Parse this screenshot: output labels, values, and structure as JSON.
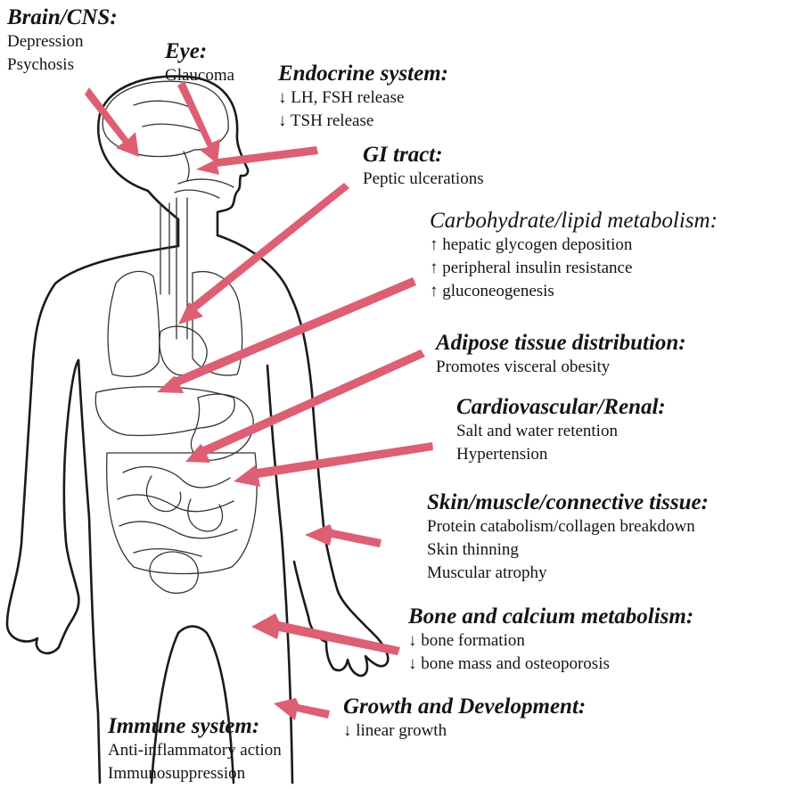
{
  "annotations": [
    {
      "id": "brain-cns",
      "title": "Brain/CNS:",
      "lines": [
        "Depression",
        "Psychosis"
      ]
    },
    {
      "id": "eye",
      "title": "Eye:",
      "lines": [
        "Glaucoma"
      ]
    },
    {
      "id": "endocrine",
      "title": "Endocrine system:",
      "lines": [
        "↓ LH, FSH release",
        "↓ TSH release"
      ]
    },
    {
      "id": "gi",
      "title": "GI tract:",
      "lines": [
        "Peptic ulcerations"
      ]
    },
    {
      "id": "carb",
      "title": "Carbohydrate/lipid metabolism:",
      "lines": [
        "↑ hepatic glycogen deposition",
        "↑ peripheral insulin resistance",
        "↑ gluconeogenesis"
      ]
    },
    {
      "id": "adipose",
      "title": "Adipose tissue distribution:",
      "lines": [
        "Promotes visceral obesity"
      ]
    },
    {
      "id": "cardio",
      "title": "Cardiovascular/Renal:",
      "lines": [
        "Salt and water retention",
        "Hypertension"
      ]
    },
    {
      "id": "skin",
      "title": "Skin/muscle/connective tissue:",
      "lines": [
        "Protein catabolism/collagen breakdown",
        "Skin thinning",
        "Muscular atrophy"
      ]
    },
    {
      "id": "bone",
      "title": "Bone and calcium metabolism:",
      "lines": [
        "↓ bone formation",
        "↓ bone mass and osteoporosis"
      ]
    },
    {
      "id": "growth",
      "title": "Growth and Development:",
      "lines": [
        "↓ linear growth"
      ]
    },
    {
      "id": "immune",
      "title": "Immune system:",
      "lines": [
        "Anti-inflammatory action",
        "Immunosuppression"
      ]
    }
  ],
  "colors": {
    "arrow": "#dd5f73",
    "outline": "#1a1a1a",
    "text": "#141414"
  }
}
